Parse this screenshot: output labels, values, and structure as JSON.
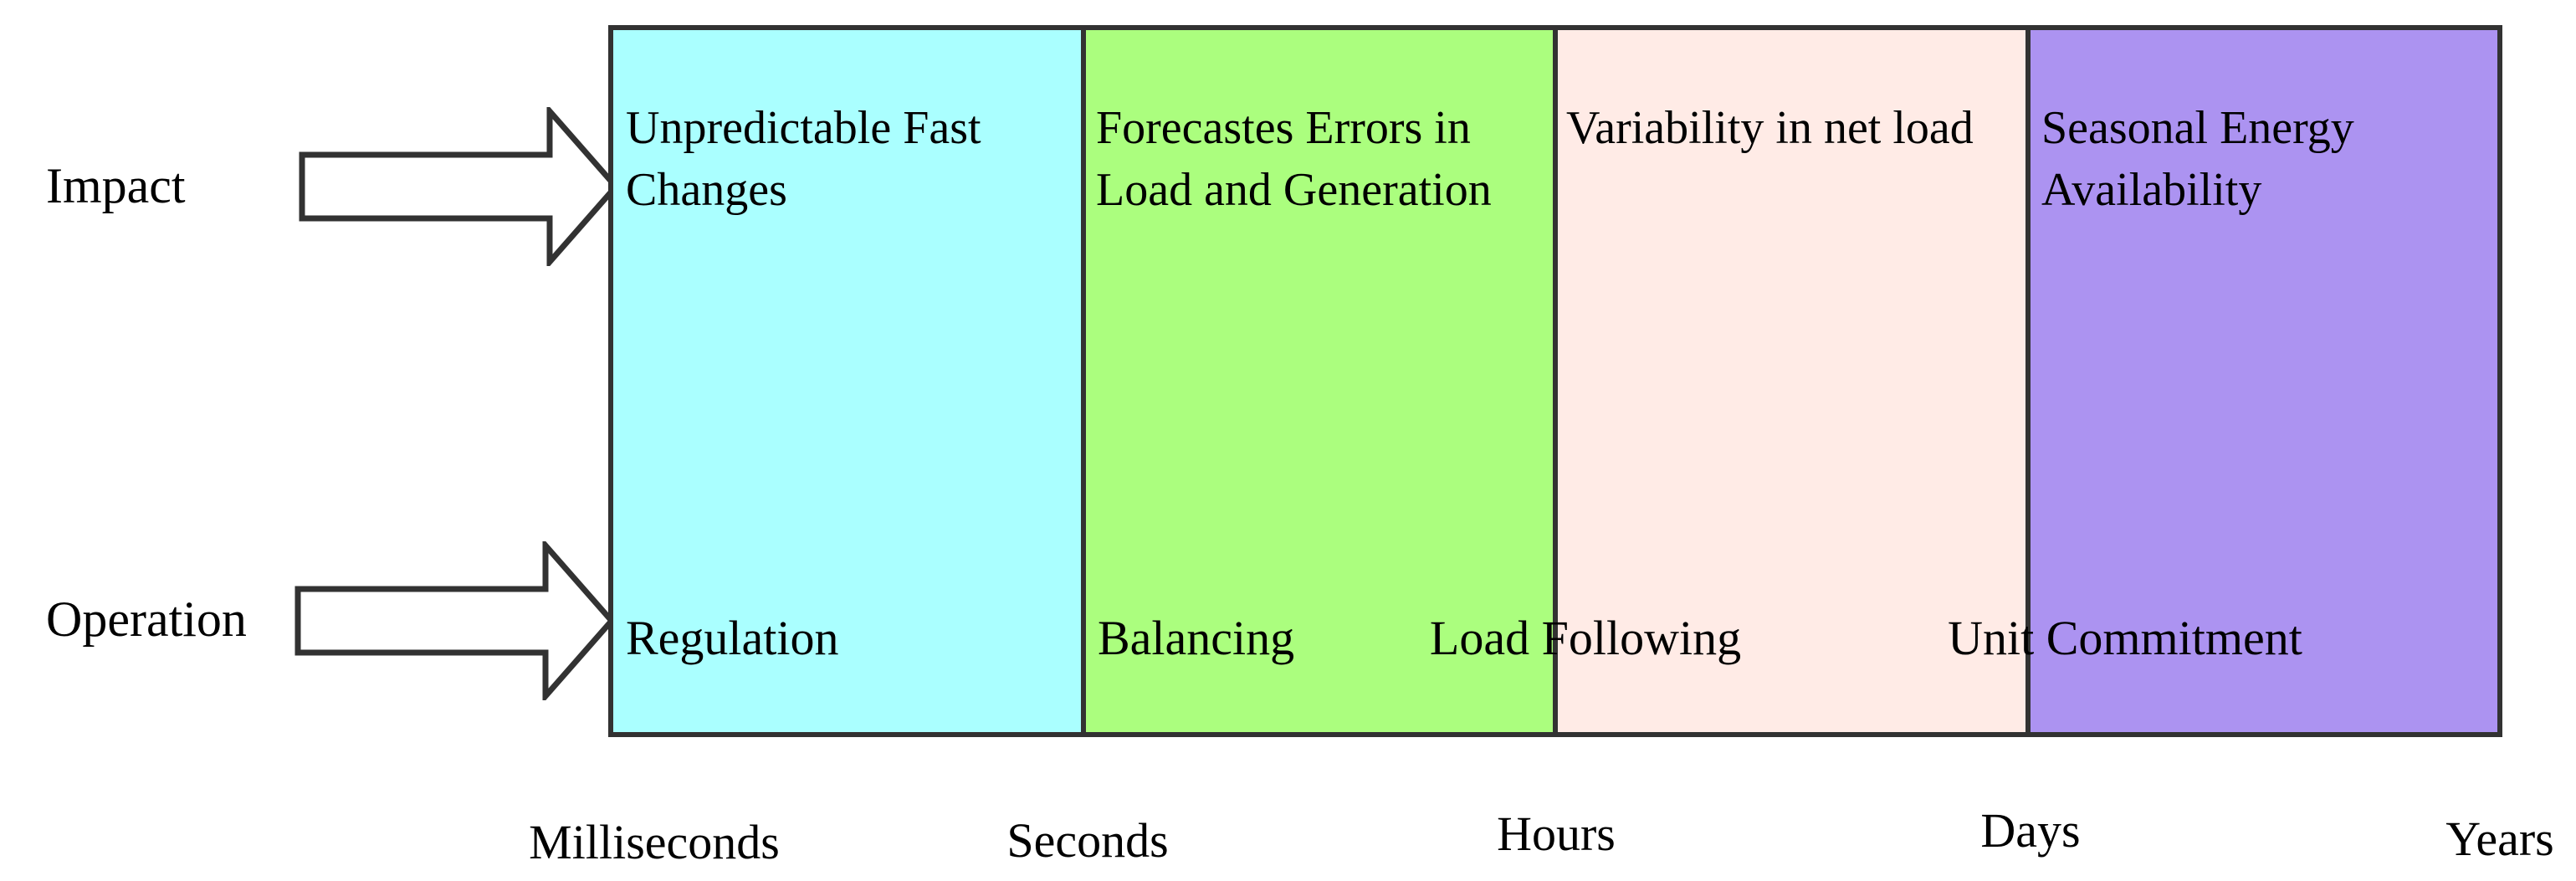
{
  "row_labels": {
    "impact": "Impact",
    "operation": "Operation"
  },
  "impact_boxes": [
    {
      "text": "Unpredictable Fast\nChanges",
      "color": "#aaffff"
    },
    {
      "text": "Forecastes Errors in\nLoad and Generation",
      "color": "#abfe7e"
    },
    {
      "text": "Variability in net load",
      "color": "#ffebe6"
    },
    {
      "text": "Seasonal Energy\nAvailability",
      "color": "#ac93f1"
    }
  ],
  "operation_labels": [
    "Regulation",
    "Balancing",
    "Load Following",
    "Unit Commitment"
  ],
  "timescale_labels": [
    "Milliseconds",
    "Seconds",
    "Hours",
    "Days",
    "Years"
  ],
  "icons": {
    "impact_arrow": "right-block-arrow",
    "operation_arrow": "right-block-arrow"
  },
  "colors": {
    "background": "#ffffff",
    "border": "#323232",
    "text": "#000000",
    "box_regulation": "#aaffff",
    "box_balancing": "#abfe7e",
    "box_load_following": "#ffebe6",
    "box_unit_commitment": "#ac93f1"
  }
}
